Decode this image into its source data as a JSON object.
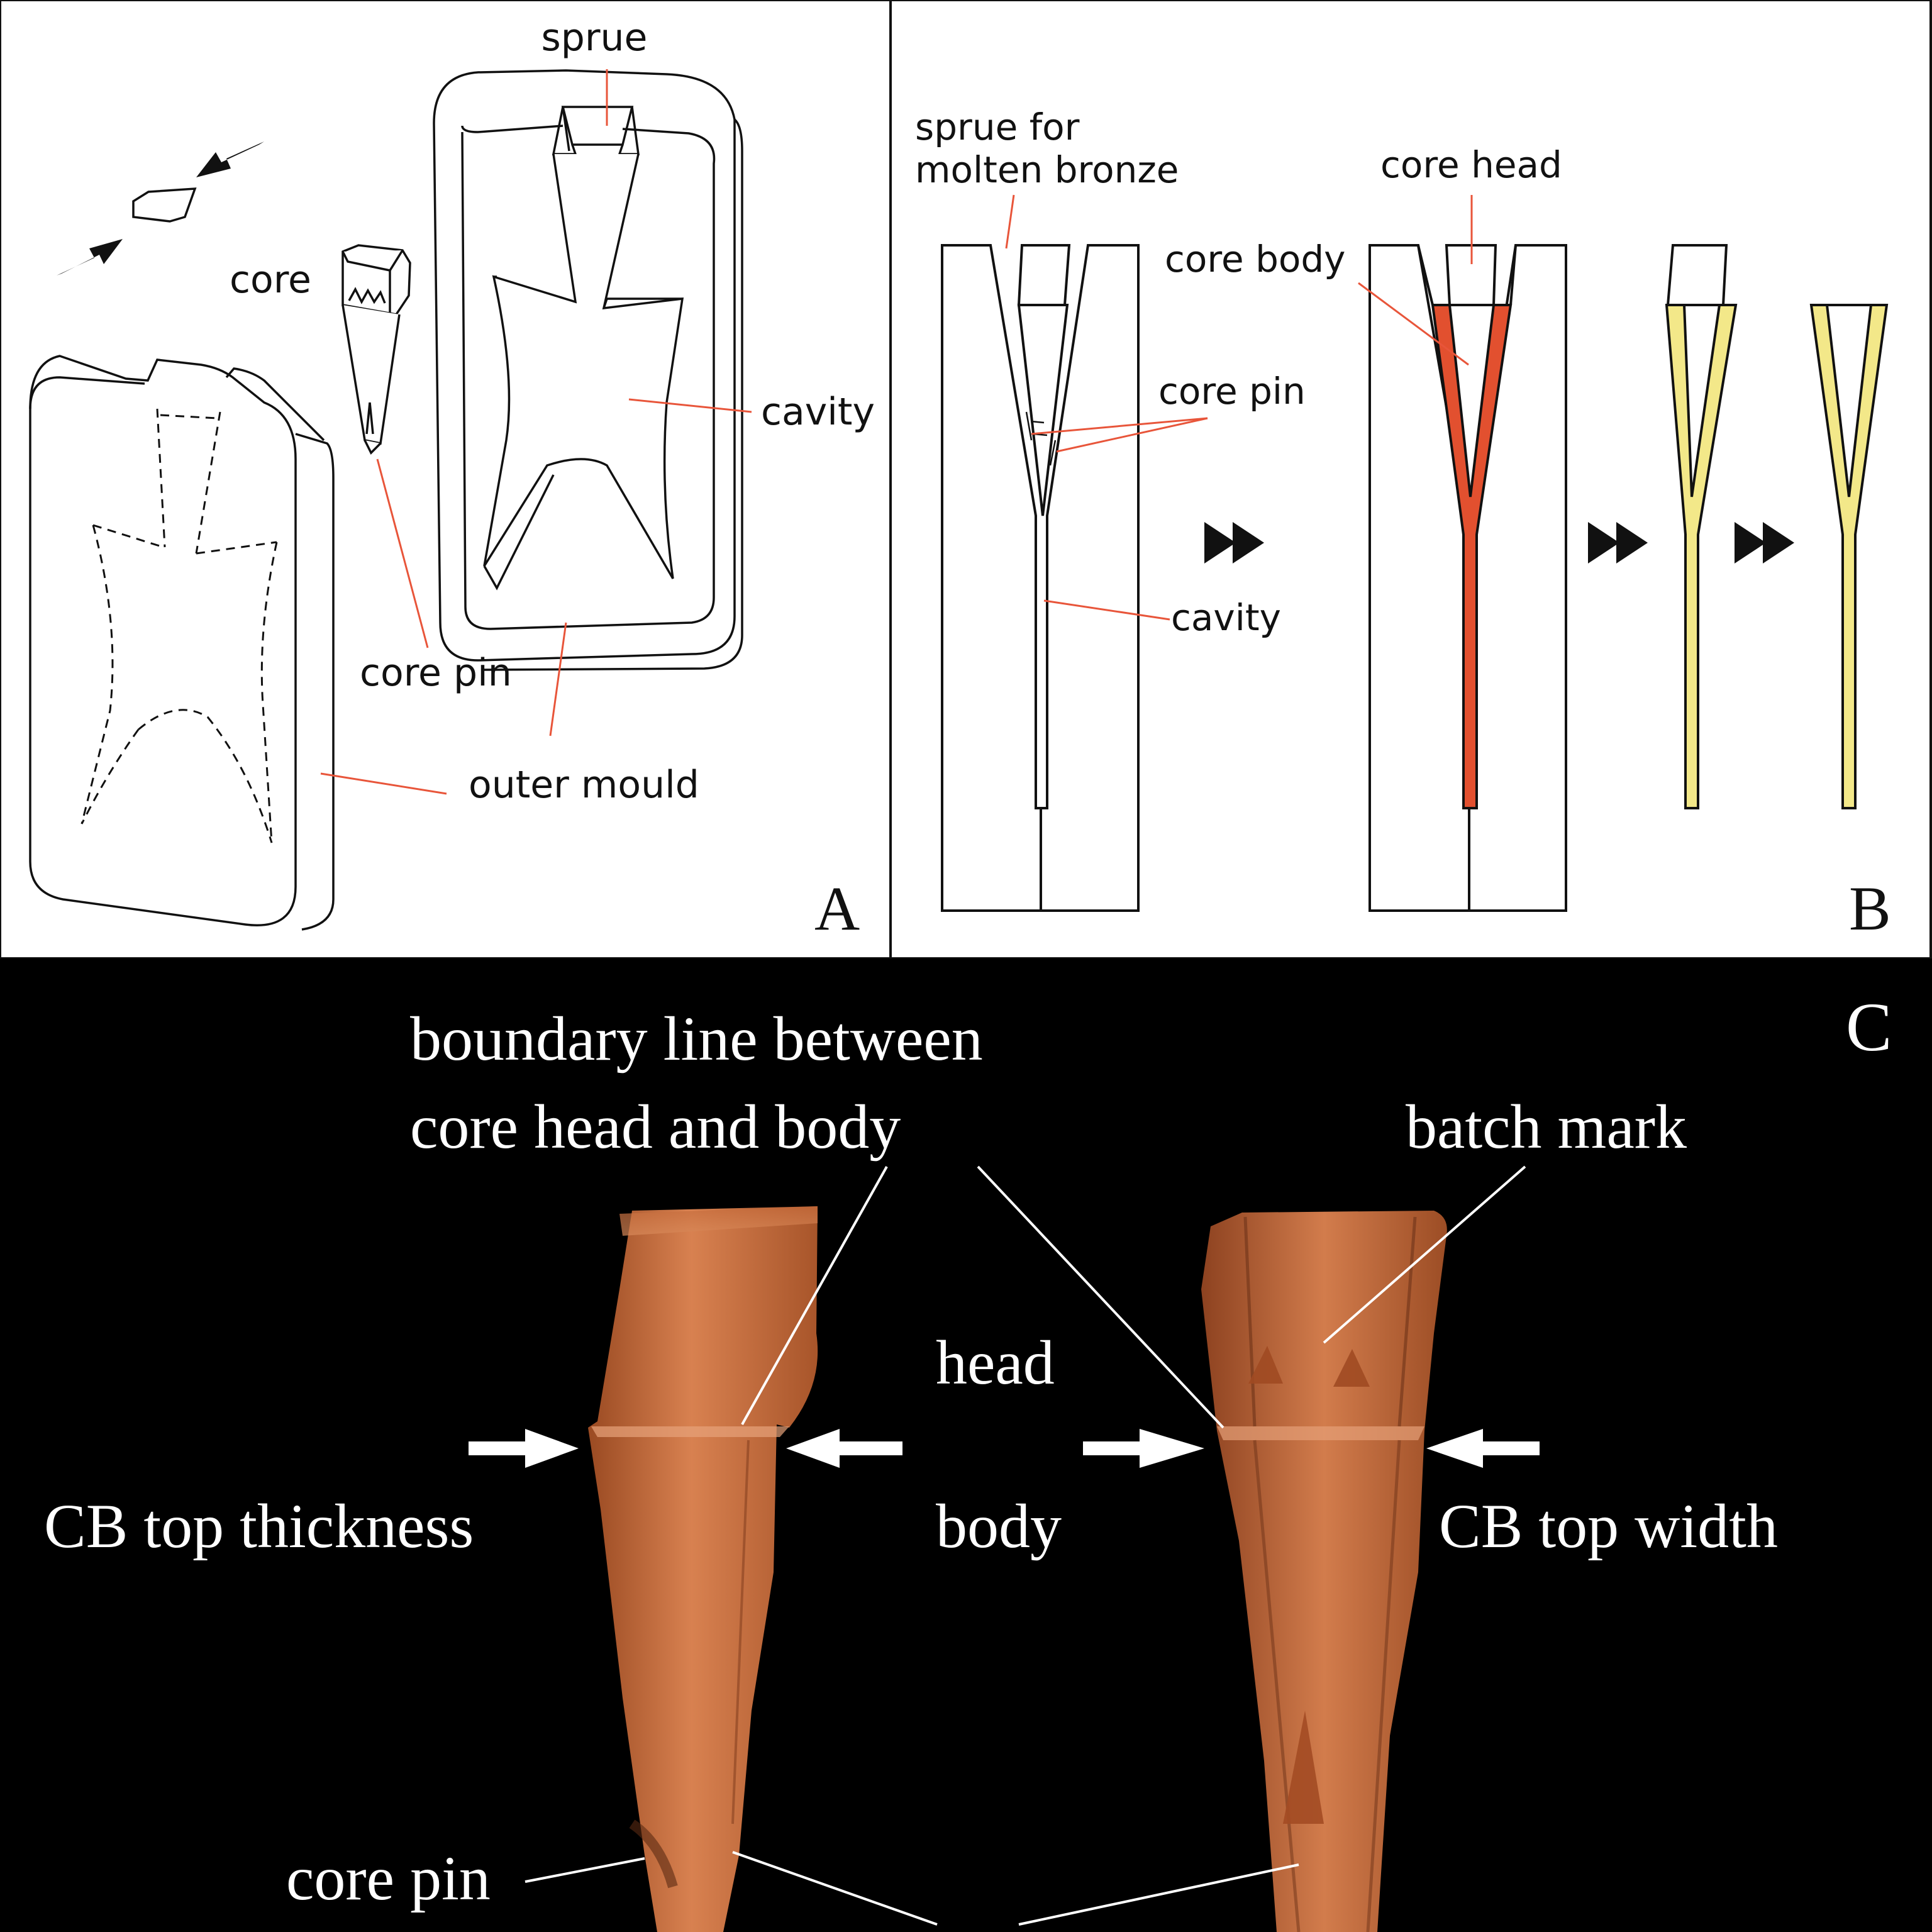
{
  "panels": {
    "a": {
      "letter": "A",
      "labels": {
        "sprue": "sprue",
        "core": "core",
        "cavity": "cavity",
        "core_pin": "core pin",
        "outer_mould": "outer mould"
      }
    },
    "b": {
      "letter": "B",
      "labels": {
        "sprue_line1": "sprue for",
        "sprue_line2": "molten bronze",
        "core_head": "core head",
        "core_body": "core body",
        "core_pin": "core pin",
        "cavity": "cavity"
      }
    },
    "c": {
      "letter": "C",
      "labels": {
        "boundary_line1": "boundary line between",
        "boundary_line2": "core head and body",
        "batch_mark": "batch mark",
        "head": "head",
        "body": "body",
        "cb_top_thickness": "CB top thickness",
        "cb_top_width": "CB top width",
        "core_pin": "core pin"
      }
    }
  },
  "colors": {
    "line": "#111111",
    "leader": "#e8553a",
    "bronze_red": "#e2502f",
    "bronze_yellow": "#f3e889",
    "photo_bg": "#000000",
    "clay": "#c46a3a"
  }
}
